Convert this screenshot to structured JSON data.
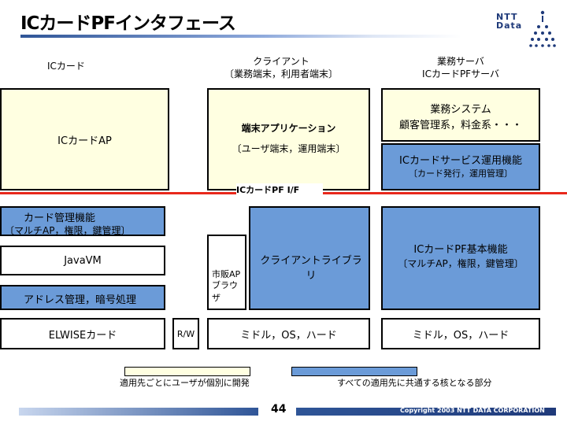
{
  "title": "ICカードPFインタフェース",
  "logo": {
    "text_line1": "NTT",
    "text_line2": "Data"
  },
  "headers": {
    "ic_card": "ICカード",
    "client_line1": "クライアント",
    "client_line2": "〔業務端末，利用者端末〕",
    "server_line1": "業務サーバ",
    "server_line2": "ICカードPFサーバ"
  },
  "boxes": {
    "ic_card_ap": "ICカードAP",
    "terminal_app_title": "端末アプリケーション",
    "terminal_app_sub": "〔ユーザ端末，運用端末〕",
    "business_system_line1": "業務システム",
    "business_system_line2": "顧客管理系，料金系・・・",
    "ic_card_service_title": "ICカードサービス運用機能",
    "ic_card_service_sub": "〔カード発行，運用管理〕",
    "pf_if_label": "ICカードPF I/F",
    "card_mgmt_title": "カード管理機能",
    "card_mgmt_sub": "〔マルチAP，権限，鍵管理〕",
    "java_vm": "JavaVM",
    "address_mgmt": "アドレス管理，暗号処理",
    "elwise_card": "ELWISEカード",
    "rw": "R/W",
    "market_browser_line1": "市販AP",
    "market_browser_line2": "ブラウザ",
    "client_library": "クライアントライブラリ",
    "client_middleware": "ミドル，OS，ハード",
    "pf_basic_title": "ICカードPF基本機能",
    "pf_basic_sub": "〔マルチAP，権限，鍵管理〕",
    "server_middleware": "ミドル，OS，ハード"
  },
  "legend": {
    "yellow_label": "適用先ごとにユーザが個別に開発",
    "blue_label": "すべての適用先に共通する核となる部分",
    "yellow_color": "#ffffe1",
    "blue_color": "#6b9bd8"
  },
  "footer": {
    "page_number": "44",
    "copyright": "Copyright 2003 NTT DATA CORPORATION"
  }
}
